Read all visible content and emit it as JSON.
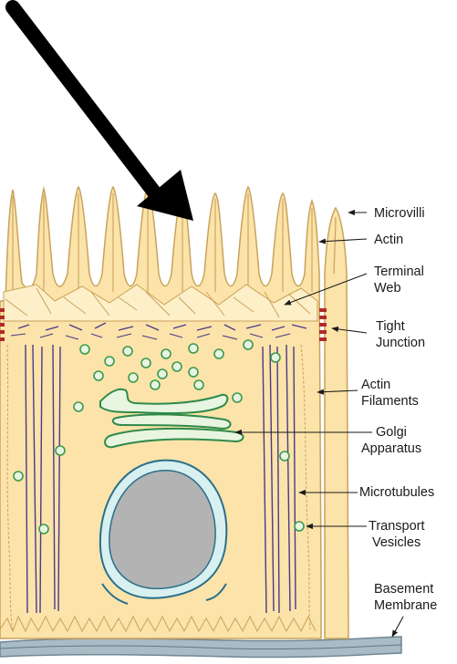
{
  "labels": {
    "microvilli": "Microvilli",
    "actin": "Actin",
    "terminal_web_1": "Terminal",
    "terminal_web_2": "Web",
    "tight_junction_1": "Tight",
    "tight_junction_2": "Junction",
    "actin_filaments_1": "Actin",
    "actin_filaments_2": "Filaments",
    "golgi_1": "Golgi",
    "golgi_2": "Apparatus",
    "microtubules": "Microtubules",
    "transport_vesicles_1": "Transport",
    "transport_vesicles_2": "Vesicles",
    "basement_membrane_1": "Basement",
    "basement_membrane_2": "Membrane"
  },
  "colors": {
    "cytoplasm": "#fbe3a9",
    "cell_outline": "#c9a25a",
    "nucleus": "#b3b3b3",
    "nuclear_envelope": "#d8f0f0",
    "golgi": "#e8f5e0",
    "golgi_outline": "#2f8a4a",
    "vesicle_outline": "#3a9a50",
    "microtubule": "#4a3a8a",
    "tight_junction": "#b02a2a",
    "basement": "#8ea6b4",
    "pointer_arrow": "#000000"
  }
}
